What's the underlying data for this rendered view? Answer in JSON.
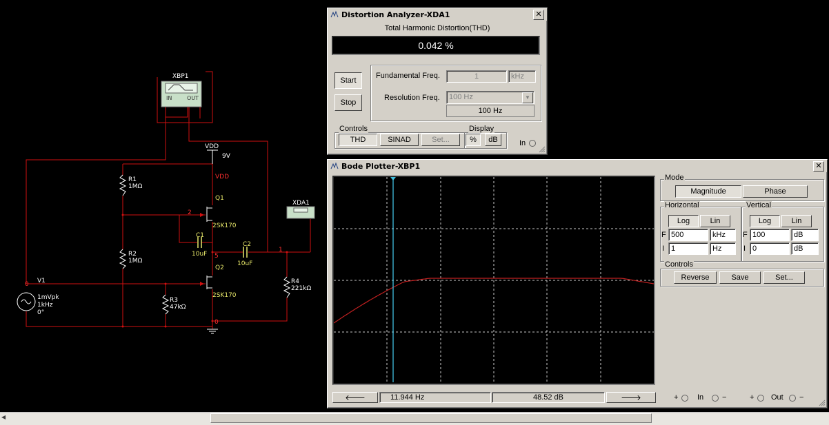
{
  "schematic": {
    "xbp1_label": "XBP1",
    "xbp1_in": "IN",
    "xbp1_out": "OUT",
    "xda1_label": "XDA1",
    "vdd_label": "VDD",
    "vdd_value": "9V",
    "vdd_net": "VDD",
    "r1_name": "R1",
    "r1_value": "1MΩ",
    "r2_name": "R2",
    "r2_value": "1MΩ",
    "r3_name": "R3",
    "r3_value": "47kΩ",
    "r4_name": "R4",
    "r4_value": "221kΩ",
    "q1_name": "Q1",
    "q1_part": "2SK170",
    "q2_name": "Q2",
    "q2_part": "2SK170",
    "c1_name": "C1",
    "c1_value": "10uF",
    "c2_name": "C2",
    "c2_value": "10uF",
    "v1_name": "V1",
    "v1_amp": "1mVpk",
    "v1_freq": "1kHz",
    "v1_phase": "0°",
    "node_2": "2",
    "node_5": "5",
    "node_1": "1",
    "node_0": "0",
    "node_0b": "0"
  },
  "distortion": {
    "title": "Distortion Analyzer-XDA1",
    "heading": "Total Harmonic Distortion(THD)",
    "reading": "0.042 %",
    "start": "Start",
    "stop": "Stop",
    "fund_label": "Fundamental Freq.",
    "fund_value": "1",
    "fund_unit": "kHz",
    "res_label": "Resolution Freq.",
    "res_value": "100 Hz",
    "res_display": "100 Hz",
    "controls_label": "Controls",
    "thd": "THD",
    "sinad": "SINAD",
    "set": "Set...",
    "display_label": "Display",
    "percent": "%",
    "db": "dB",
    "in_label": "In"
  },
  "bode": {
    "title": "Bode Plotter-XBP1",
    "mode_label": "Mode",
    "magnitude": "Magnitude",
    "phase": "Phase",
    "horizontal_label": "Horizontal",
    "vertical_label": "Vertical",
    "h_log": "Log",
    "h_lin": "Lin",
    "v_log": "Log",
    "v_lin": "Lin",
    "h_f_label": "F",
    "h_f_value": "500",
    "h_f_unit": "kHz",
    "h_i_label": "I",
    "h_i_value": "1",
    "h_i_unit": "Hz",
    "v_f_label": "F",
    "v_f_value": "100",
    "v_f_unit": "dB",
    "v_i_label": "I",
    "v_i_value": "0",
    "v_i_unit": "dB",
    "controls_label": "Controls",
    "reverse": "Reverse",
    "save": "Save",
    "set": "Set...",
    "cursor_freq": "11.944  Hz",
    "cursor_db": "48.52 dB",
    "in_plus": "+",
    "in_label": "In",
    "in_minus": "−",
    "out_plus": "+",
    "out_label": "Out",
    "out_minus": "−",
    "trace_color": "#c02020",
    "cursor_color": "#40c0e0"
  }
}
